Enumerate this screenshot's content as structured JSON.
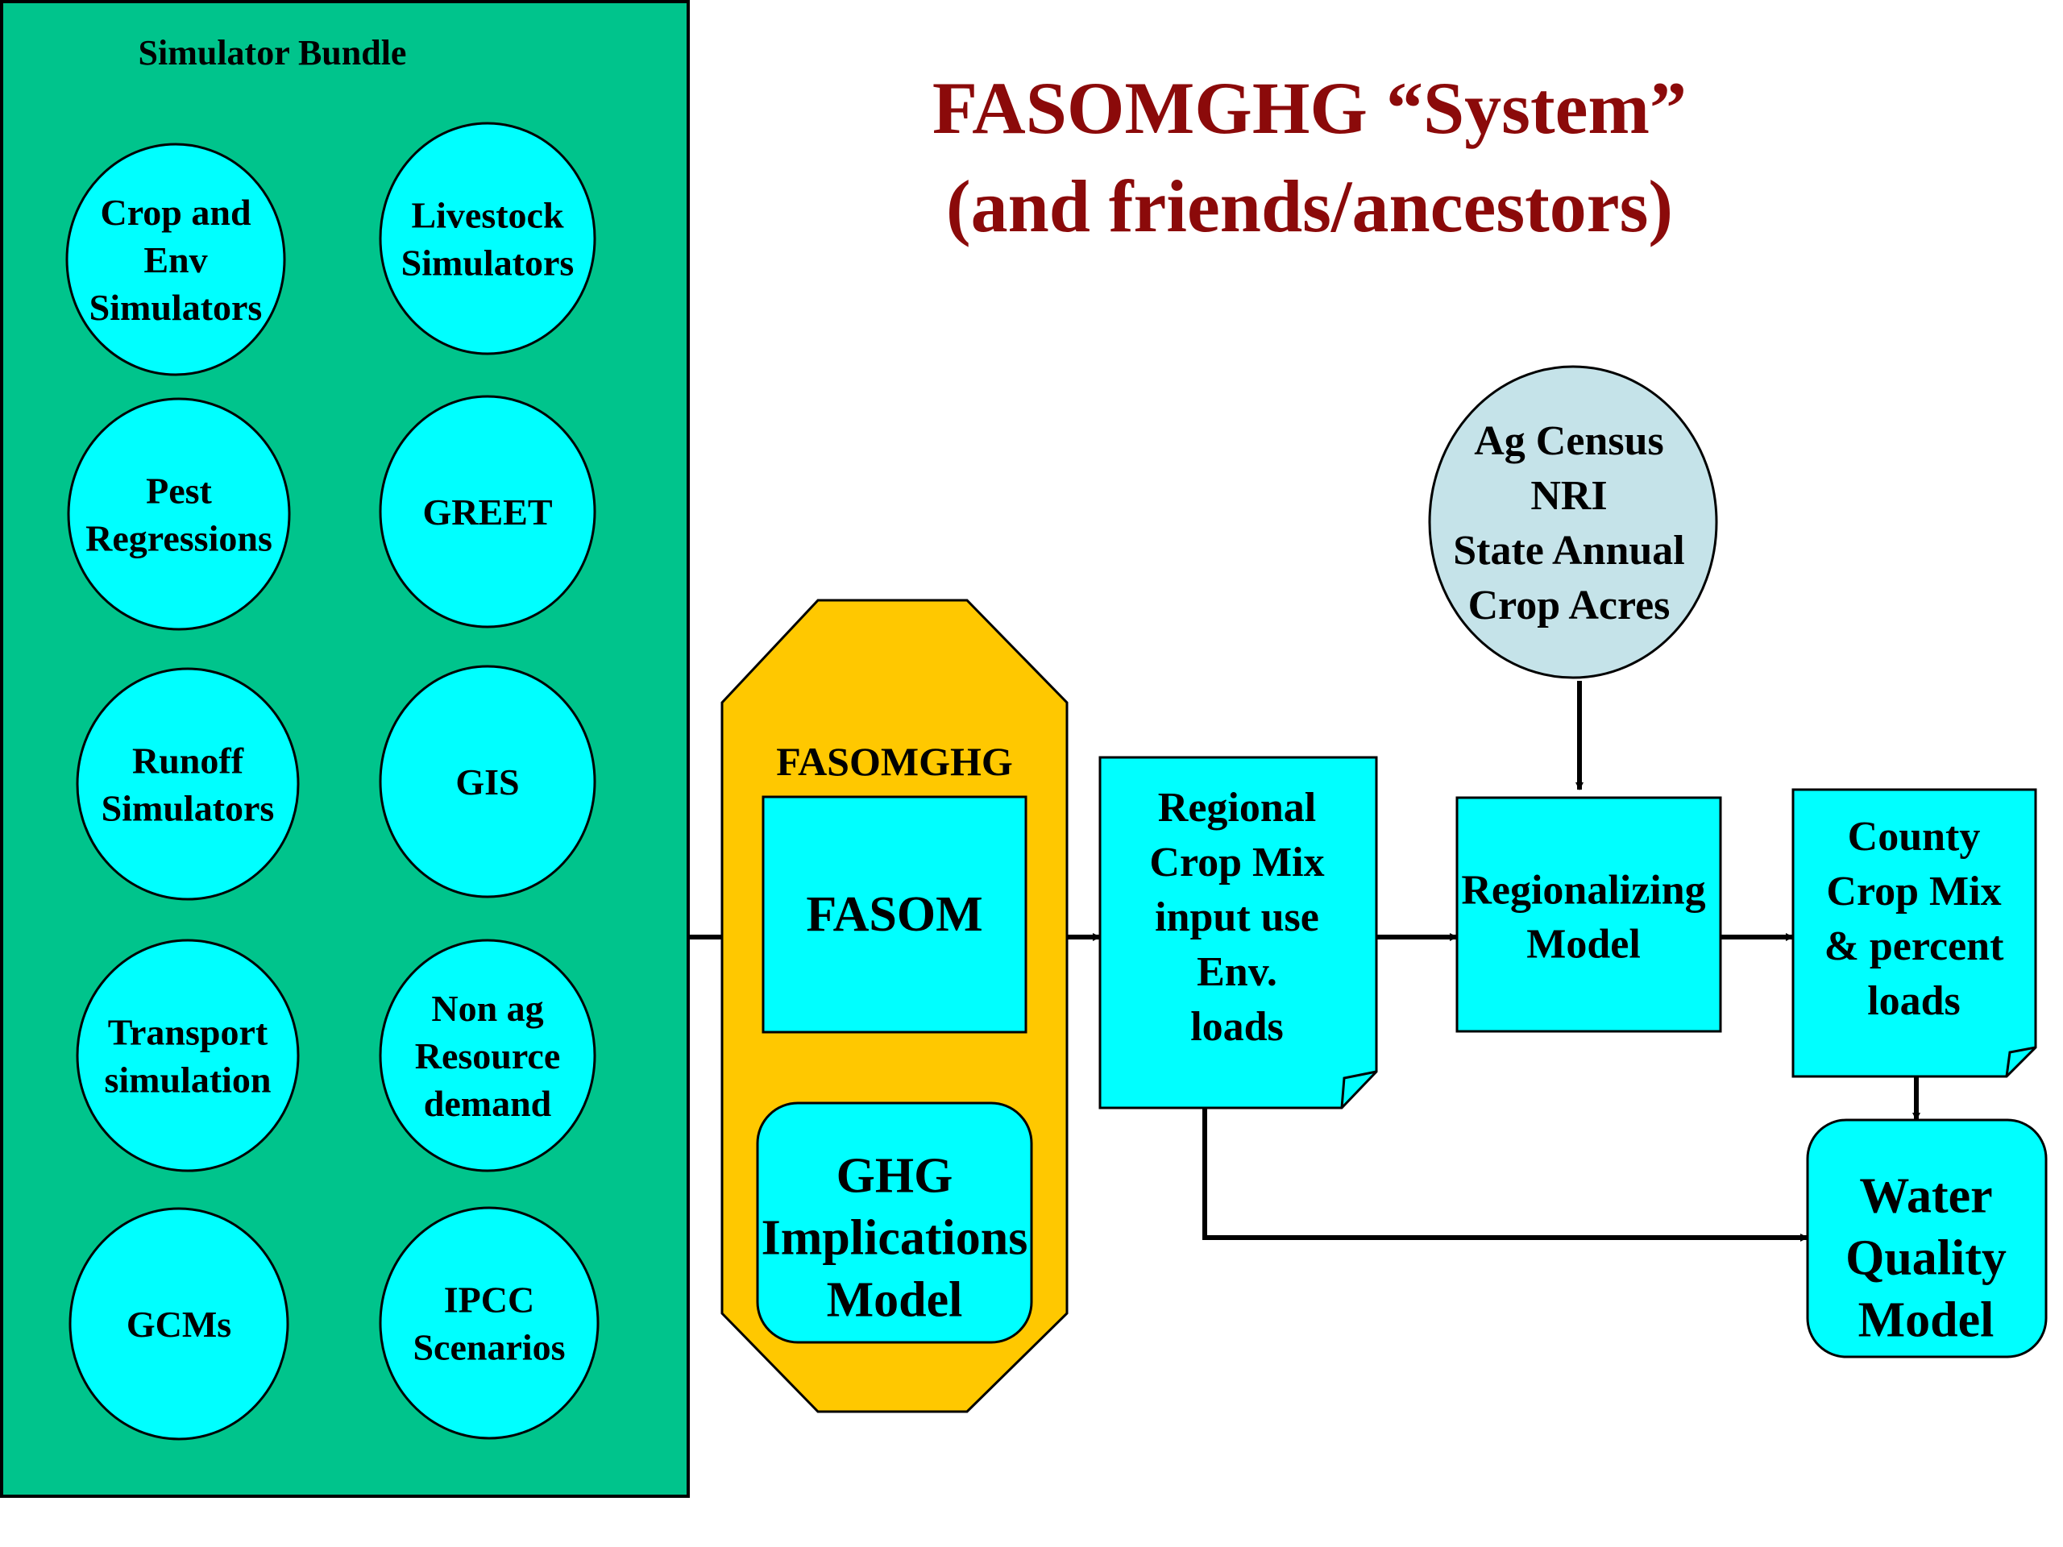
{
  "title": {
    "line1": "FASOMGHG “System”",
    "line2": "(and friends/ancestors)",
    "color": "#8b0a0a"
  },
  "colors": {
    "bundle_fill": "#00c48c",
    "cyan": "#00ffff",
    "orange": "#ffc800",
    "light_blue": "#c5e3e9",
    "line": "#000000"
  },
  "bundle": {
    "label": "Simulator Bundle",
    "circles": [
      {
        "name": "crop-env-simulators",
        "lines": [
          "Crop and",
          "Env",
          "Simulators"
        ]
      },
      {
        "name": "livestock-simulators",
        "lines": [
          "Livestock",
          "Simulators"
        ]
      },
      {
        "name": "pest-regressions",
        "lines": [
          "Pest",
          "Regressions"
        ]
      },
      {
        "name": "greet",
        "lines": [
          "GREET"
        ]
      },
      {
        "name": "runoff-simulators",
        "lines": [
          "Runoff",
          "Simulators"
        ]
      },
      {
        "name": "gis",
        "lines": [
          "GIS"
        ]
      },
      {
        "name": "transport-simulation",
        "lines": [
          "Transport",
          "simulation"
        ]
      },
      {
        "name": "non-ag-resource-demand",
        "lines": [
          "Non ag",
          "Resource",
          "demand"
        ]
      },
      {
        "name": "gcms",
        "lines": [
          "GCMs"
        ]
      },
      {
        "name": "ipcc-scenarios",
        "lines": [
          "IPCC",
          "Scenarios"
        ]
      }
    ]
  },
  "fasomghg": {
    "label": "FASOMGHG",
    "fasom": "FASOM",
    "ghg_lines": [
      "GHG",
      "Implications",
      "Model"
    ]
  },
  "regional_crop_mix": {
    "lines": [
      "Regional",
      "Crop Mix",
      "input use",
      "Env.",
      "loads"
    ]
  },
  "ag_census": {
    "lines": [
      "Ag Census",
      "NRI",
      "State Annual",
      "Crop Acres"
    ]
  },
  "regionalizing_model": {
    "lines": [
      "Regionalizing",
      "Model"
    ]
  },
  "county_crop_mix": {
    "lines": [
      "County",
      "Crop Mix",
      "& percent",
      "loads"
    ]
  },
  "water_quality_model": {
    "lines": [
      "Water",
      "Quality",
      "Model"
    ]
  }
}
